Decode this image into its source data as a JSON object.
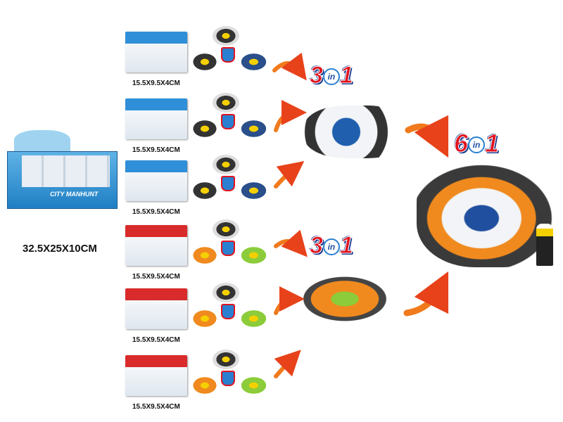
{
  "display_box": {
    "size": "32.5X25X10CM",
    "brand": "CITY MANHUNT"
  },
  "sets": [
    {
      "size": "15.5X9.5X4CM",
      "theme": "#2f8fd8"
    },
    {
      "size": "15.5X9.5X4CM",
      "theme": "#2f8fd8"
    },
    {
      "size": "15.5X9.5X4CM",
      "theme": "#2f8fd8"
    },
    {
      "size": "15.5X9.5X4CM",
      "theme": "#d92b2b"
    },
    {
      "size": "15.5X9.5X4CM",
      "theme": "#d92b2b"
    },
    {
      "size": "15.5X9.5X4CM",
      "theme": "#d92b2b"
    }
  ],
  "badges": {
    "three_in_one_a": {
      "num": "3",
      "in": "in",
      "one": "1"
    },
    "three_in_one_b": {
      "num": "3",
      "in": "in",
      "one": "1"
    },
    "six_in_one": {
      "num": "6",
      "in": "in",
      "one": "1"
    }
  },
  "colors": {
    "arrow": "#f07a1c",
    "logo_red": "#e0141e",
    "logo_blue": "#1b3d8f"
  }
}
